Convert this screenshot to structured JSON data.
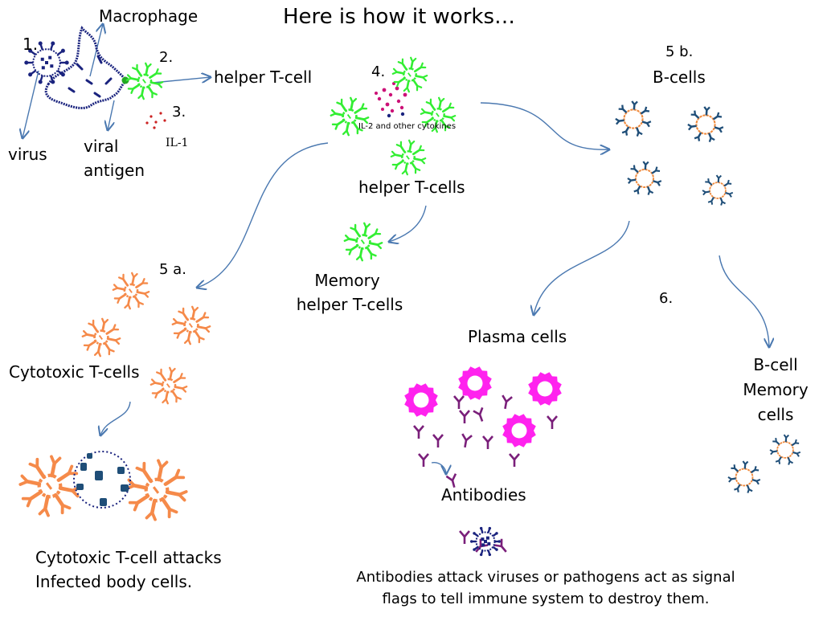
{
  "title": "Here is how it works…",
  "steps": {
    "s1": "1.",
    "s2": "2.",
    "s3": "3.",
    "s4": "4.",
    "s5a": "5 a.",
    "s5b": "5 b.",
    "s6": "6."
  },
  "labels": {
    "macrophage": "Macrophage",
    "virus": "virus",
    "viral_antigen_1": "viral",
    "viral_antigen_2": "antigen",
    "helper_t_cell": "helper T-cell",
    "il1": "IL-1",
    "il2": "IL-2 and other cytokines",
    "helper_t_cells": "helper T-cells",
    "memory_helper_1": "Memory",
    "memory_helper_2": "helper T-cells",
    "b_cells": "B-cells",
    "plasma_cells": "Plasma cells",
    "antibodies": "Antibodies",
    "b_cell_memory_1": "B-cell",
    "b_cell_memory_2": "Memory",
    "b_cell_memory_3": "cells",
    "cytotoxic_t_cells": "Cytotoxic T-cells",
    "cyto_attack_1": "Cytotoxic T-cell attacks",
    "cyto_attack_2": "Infected body cells.",
    "antibody_caption_1": "Antibodies attack viruses or pathogens act as signal",
    "antibody_caption_2": "flags to tell immune system to destroy them."
  },
  "colors": {
    "helper_t": "#33ee33",
    "cytotoxic": "#f58a4a",
    "b_cell_ring": "#f08a3c",
    "b_cell_receptor": "#1f4e78",
    "plasma": "#ff22ee",
    "antibody": "#7a1f7a",
    "virus": "#1a237e",
    "arrow": "#4a78b0",
    "cytokine": "#cc1177"
  }
}
